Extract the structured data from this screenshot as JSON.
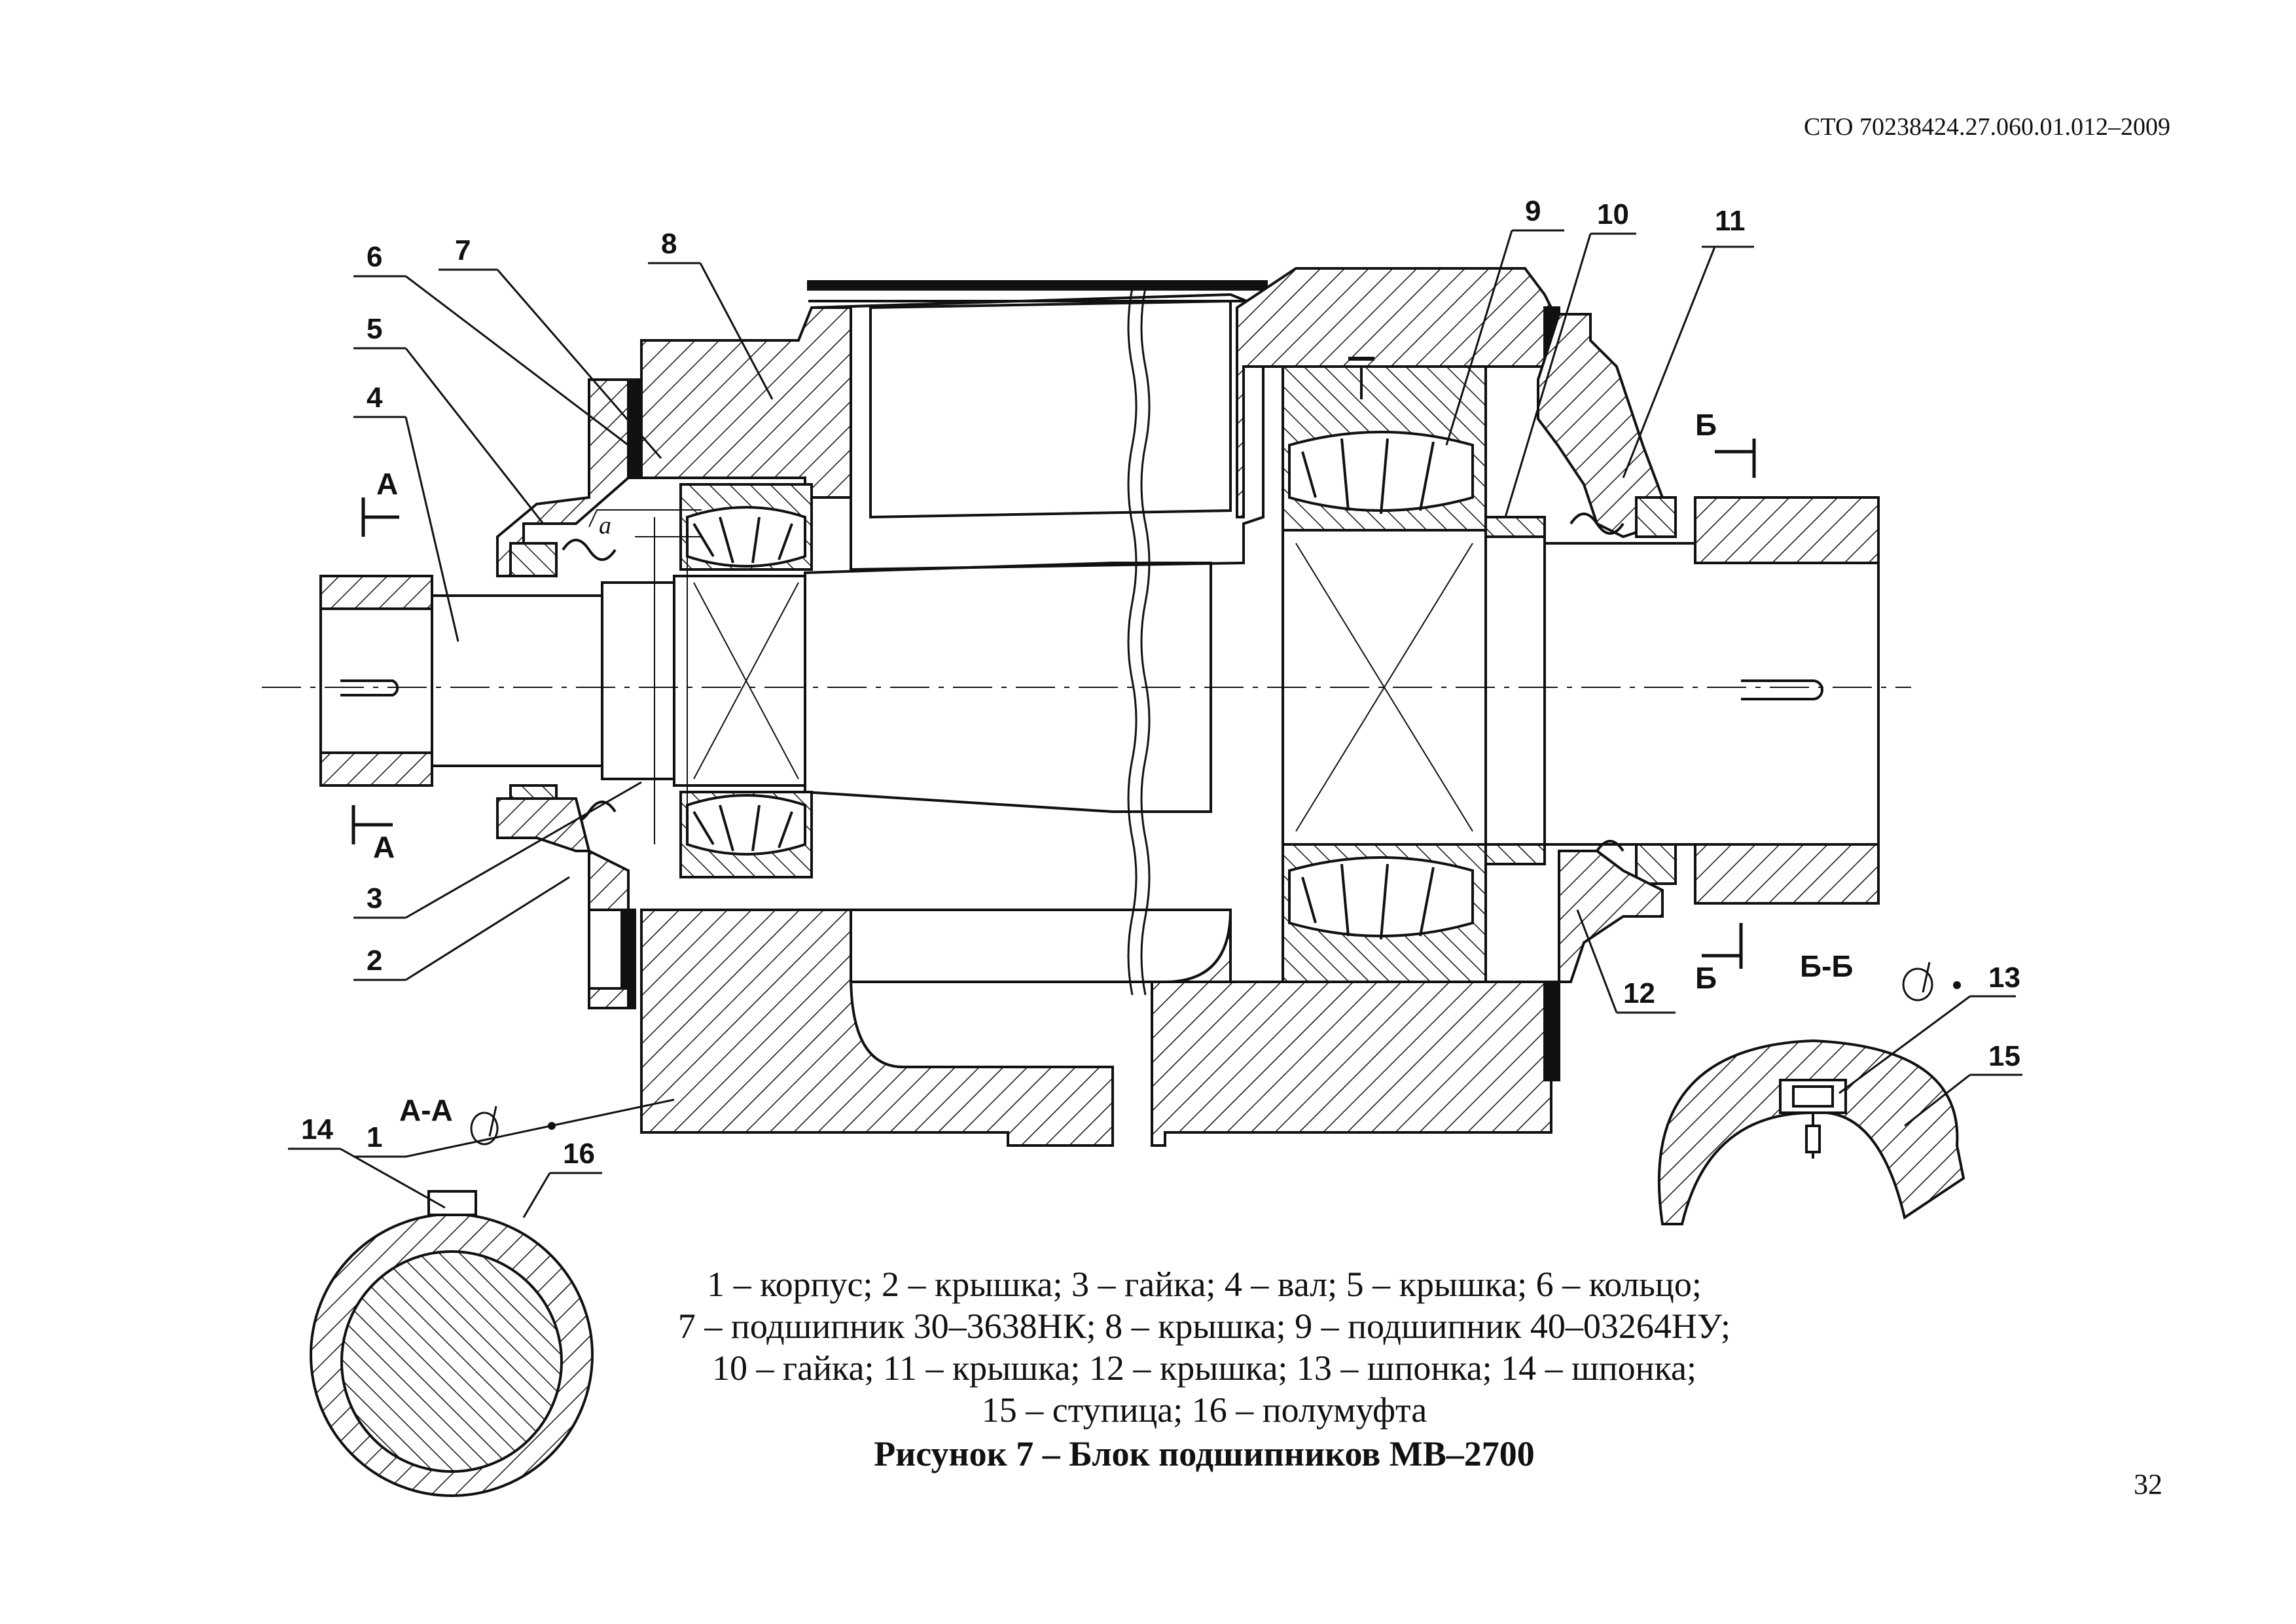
{
  "header": {
    "document_code": "СТО 70238424.27.060.01.012–2009"
  },
  "page_number": "32",
  "figure": {
    "title": "Рисунок 7 – Блок подшипников МВ–2700",
    "legend_lines": [
      "1 – корпус; 2 – крышка; 3 – гайка; 4 – вал; 5 – крышка; 6 – кольцо;",
      "7 – подшипник 30–3638НК; 8 – крышка; 9 – подшипник 40–03264НУ;",
      "10 – гайка; 11 – крышка; 12 – крышка; 13 – шпонка; 14 – шпонка;",
      "15 – ступица; 16 – полумуфта"
    ],
    "callouts": {
      "n1": "1",
      "n2": "2",
      "n3": "3",
      "n4": "4",
      "n5": "5",
      "n6": "6",
      "n7": "7",
      "n8": "8",
      "n9": "9",
      "n10": "10",
      "n11": "11",
      "n12": "12",
      "n13": "13",
      "n14": "14",
      "n15": "15",
      "n16": "16"
    },
    "section_marks": {
      "a": "А",
      "b": "Б",
      "aa": "А-А",
      "bb": "Б-Б",
      "gap": "a"
    }
  }
}
